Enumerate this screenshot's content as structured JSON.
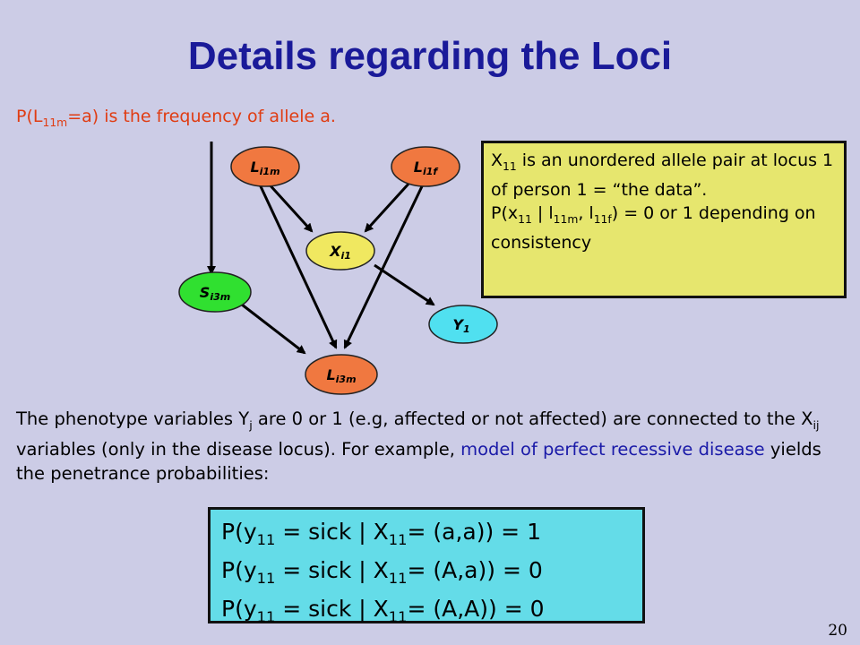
{
  "slide": {
    "title": "Details regarding the Loci",
    "page_number": "20"
  },
  "note": {
    "prefix": "P(L",
    "sub": "11m",
    "suffix": "=a) is the frequency of allele a."
  },
  "graph": {
    "nodes": {
      "l_i1m": {
        "main": "L",
        "sub": "i1m",
        "color": "#f07840"
      },
      "l_i1f": {
        "main": "L",
        "sub": "i1f",
        "color": "#f07840"
      },
      "x_i1": {
        "main": "X",
        "sub": "i1",
        "color": "#f0e860"
      },
      "s_i3m": {
        "main": "S",
        "sub": "i3m",
        "color": "#30e030"
      },
      "y_1": {
        "main": "Y",
        "sub": "1",
        "color": "#50e0f0"
      },
      "l_i3m": {
        "main": "L",
        "sub": "i3m",
        "color": "#f07840"
      }
    }
  },
  "infobox": {
    "l1_main": "X",
    "l1_sub": "11",
    "l1_rest": " is an unordered allele pair at locus 1 of person 1 = “the data”.",
    "l2_a": "P(x",
    "l2_sub1": "11",
    "l2_b": " | l",
    "l2_sub2": "11m",
    "l2_c": ", l",
    "l2_sub3": "11f",
    "l2_d": ") = 0  or 1 depending on consistency"
  },
  "paragraph": {
    "p1": "The phenotype variables Y",
    "p1_sub": "j",
    "p2": " are 0 or 1 (e.g, affected or not affected) are connected to the X",
    "p2_sub": "ij",
    "p3": " variables (only in the disease locus). For example, ",
    "highlight": "model of perfect recessive disease",
    "p4": " yields the penetrance probabilities:"
  },
  "formulas": [
    {
      "a": "P(y",
      "sub1": "11",
      "b": " = sick | X",
      "sub2": "11",
      "c": "= (a,a)) = 1"
    },
    {
      "a": "P(y",
      "sub1": "11",
      "b": " = sick | X",
      "sub2": "11",
      "c": "= (A,a)) = 0"
    },
    {
      "a": "P(y",
      "sub1": "11",
      "b": " = sick | X",
      "sub2": "11",
      "c": "= (A,A)) = 0"
    }
  ]
}
